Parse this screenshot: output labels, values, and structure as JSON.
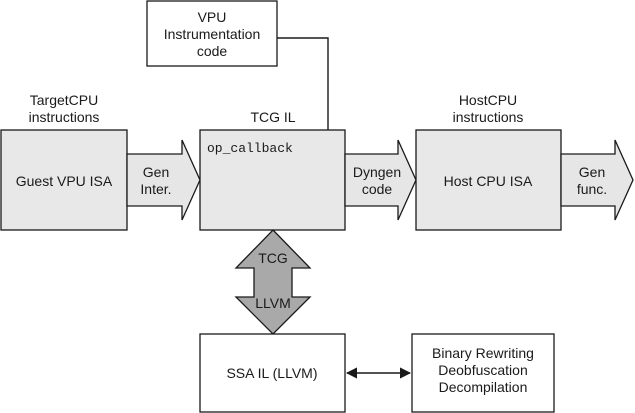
{
  "labels": {
    "vpu_box": [
      "VPU",
      "Instrumentation",
      "code"
    ],
    "target_cpu": [
      "TargetCPU",
      "instructions"
    ],
    "tcg_il_title": "TCG IL",
    "host_cpu": [
      "HostCPU",
      "instructions"
    ],
    "guest_box": "Guest VPU ISA",
    "gen_inter": [
      "Gen",
      "Inter."
    ],
    "op_callback": "op_callback",
    "dyngen": [
      "Dyngen",
      "code"
    ],
    "host_box": "Host CPU ISA",
    "gen_func": [
      "Gen",
      "func."
    ],
    "tcg": "TCG",
    "llvm": "LLVM",
    "ssa_box": "SSA IL (LLVM)",
    "binary_box": [
      "Binary Rewriting",
      "Deobfuscation",
      "Decompilation"
    ]
  },
  "colors": {
    "box_fill": "#e8e8e8",
    "arrow_fill": "#e6e6e6",
    "tcg_arrow_fill": "#a9a9a9",
    "stroke": "#1a1a1a"
  }
}
